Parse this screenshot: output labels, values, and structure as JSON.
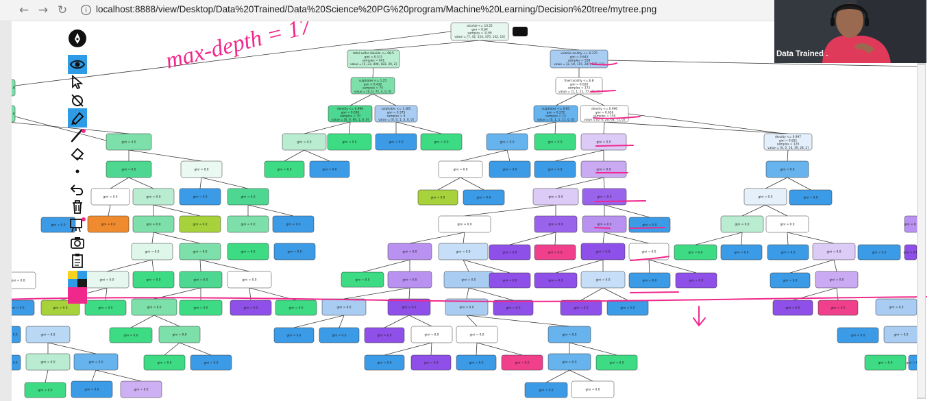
{
  "browser": {
    "back_icon": "←",
    "forward_icon": "→",
    "reload_icon": "↻",
    "info_icon": "i",
    "url": "localhost:8888/view/Desktop/Data%20Trained/Data%20Science%20PG%20program/Machine%20Learning/Decision%20tree/mytree.png"
  },
  "webcam": {
    "label": "Data Trained ."
  },
  "annotation": {
    "text": "max-depth = 17",
    "ink_color": "#f0288c"
  },
  "toolbar": {
    "tools": [
      "pen-tool-icon",
      "eye-icon",
      "cursor-icon",
      "no-pointer-icon",
      "marker-icon",
      "pen-icon",
      "eraser-icon",
      "dot-icon",
      "undo-icon",
      "trash-icon",
      "whiteboard-icon",
      "camera-icon",
      "clipboard-icon",
      "color-palette-icon"
    ],
    "colors": [
      "#f7d21e",
      "#1a1a1a",
      "#2d9be6",
      "#f0288c"
    ]
  },
  "tree": {
    "colors": {
      "green": "#3ddc84",
      "blue": "#3c9be6",
      "purple": "#8e50e8",
      "orange": "#f08a2e",
      "pink": "#f0408c",
      "lime": "#a8d23c",
      "white": "#ffffff"
    },
    "nodes": [
      {
        "id": "n1",
        "c": "#e6f7ef",
        "l": [
          "alcohol <= 10.25",
          "gini = 0.64",
          "samples = 1199",
          "value = [7, 42, 524, 470, 142, 14]"
        ]
      },
      {
        "id": "n2",
        "c": "#b9ecd1",
        "l": [
          "total sulfur dioxide <= 98.5",
          "gini = 0.511",
          "samples = 641",
          "value = [5, 23, 409, 183, 20, 2]"
        ]
      },
      {
        "id": "n3",
        "c": "#a9cdf2",
        "l": [
          "volatile acidity <= 0.375",
          "gini = 0.643",
          "samples = 558",
          "value = [2, 19, 115, 287, 122, 12]"
        ]
      },
      {
        "id": "n4",
        "c": "#7ddfa9",
        "l": [
          "sulphates <= 1.25",
          "gini = 0.432",
          "samples = 74",
          "value = [0, 0, 72, 4, 0, 0]"
        ]
      },
      {
        "id": "n5",
        "c": "#ffffff",
        "l": [
          "fixed acidity <= 6.8",
          "gini = 0.626",
          "samples = 172",
          "value = [1, 1, 21, 77, 72, 0]"
        ]
      },
      {
        "id": "n6",
        "c": "#4dd790",
        "l": [
          "density <= 0.996",
          "gini = 0.039",
          "samples = 70",
          "value = [0, 0, 69, 1, 0, 0]"
        ]
      },
      {
        "id": "n7",
        "c": "#a9cdf2",
        "l": [
          "sulphates <= 1.385",
          "gini = 0.375",
          "samples = 4",
          "value = [0, 0, 1, 3, 0, 0]"
        ]
      },
      {
        "id": "n8",
        "c": "#66b3ed",
        "l": [
          "sulphates <= 0.65",
          "gini = 0.272",
          "samples = 13",
          "value = [0, 1, 1, 11, 0, 0]"
        ]
      },
      {
        "id": "n9",
        "c": "#ffffff",
        "l": [
          "density <= 0.996",
          "gini = 0.626",
          "samples = 159",
          "value = [0, 0, 20, 64, 71, 0]"
        ]
      },
      {
        "id": "n10",
        "c": "#e3effb",
        "l": [
          "density <= 0.997",
          "gini = 0.651",
          "samples = 129",
          "value = [0, 0, 16, 39, 28, 2]"
        ]
      }
    ],
    "leaf_gini": "gini = 0.0"
  }
}
